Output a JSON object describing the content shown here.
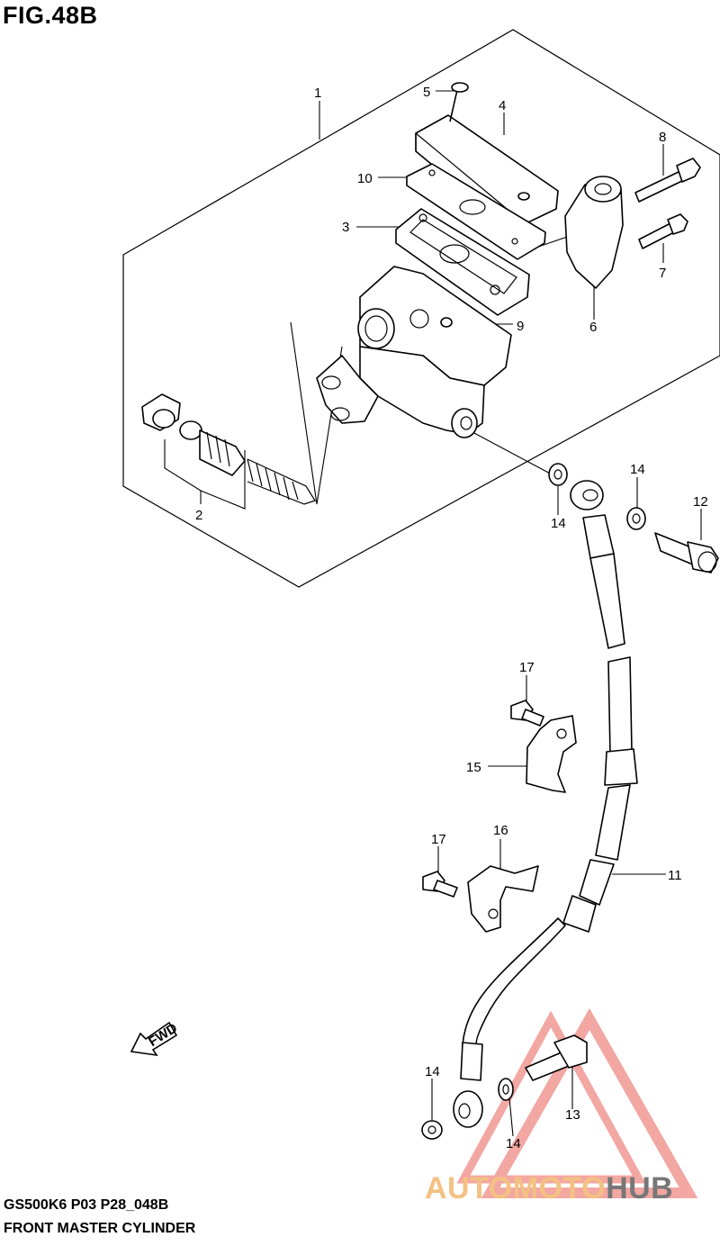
{
  "figure": {
    "title": "FIG.48B",
    "model_code": "GS500K6 P03 P28_048B",
    "assembly_name": "FRONT MASTER CYLINDER"
  },
  "callouts": [
    {
      "id": "1",
      "label": "1"
    },
    {
      "id": "2",
      "label": "2"
    },
    {
      "id": "3",
      "label": "3"
    },
    {
      "id": "4",
      "label": "4"
    },
    {
      "id": "5",
      "label": "5"
    },
    {
      "id": "6",
      "label": "6"
    },
    {
      "id": "7",
      "label": "7"
    },
    {
      "id": "8",
      "label": "8"
    },
    {
      "id": "9",
      "label": "9"
    },
    {
      "id": "10",
      "label": "10"
    },
    {
      "id": "11",
      "label": "11"
    },
    {
      "id": "12",
      "label": "12"
    },
    {
      "id": "13",
      "label": "13"
    },
    {
      "id": "14a",
      "label": "14"
    },
    {
      "id": "14b",
      "label": "14"
    },
    {
      "id": "14c",
      "label": "14"
    },
    {
      "id": "14d",
      "label": "14"
    },
    {
      "id": "15",
      "label": "15"
    },
    {
      "id": "16",
      "label": "16"
    },
    {
      "id": "17a",
      "label": "17"
    },
    {
      "id": "17b",
      "label": "17"
    }
  ],
  "direction_marker": {
    "label": "FWD"
  },
  "watermark": {
    "part_a": "AUTOMOTO",
    "part_b": "HUB",
    "color_a": "#f3c183",
    "color_b": "#777777",
    "triangle_color": "#f08a84"
  }
}
